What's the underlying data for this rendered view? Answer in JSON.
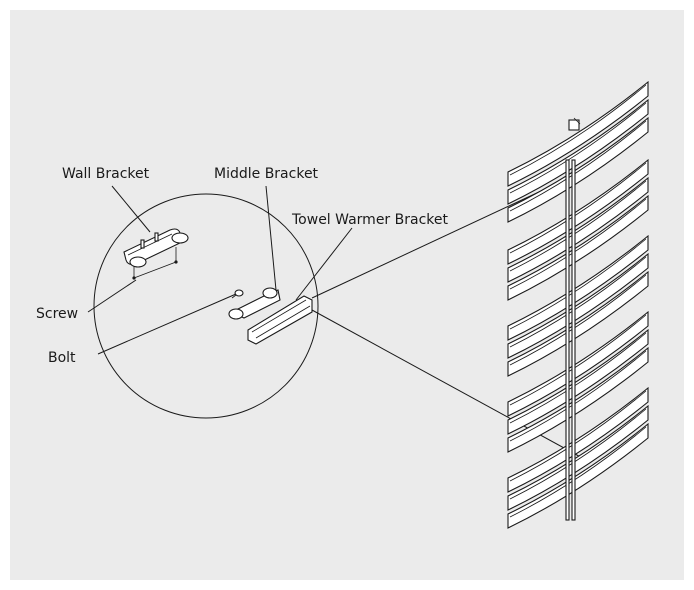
{
  "labels": {
    "wall_bracket": "Wall Bracket",
    "middle_bracket": "Middle Bracket",
    "towel_warmer_bracket": "Towel Warmer Bracket",
    "screw": "Screw",
    "bolt": "Bolt"
  },
  "colors": {
    "background": "#ebebeb",
    "line": "#1a1a1a",
    "part_fill": "#ffffff"
  },
  "radiator": {
    "groups": 5,
    "bars_per_group": 3
  }
}
